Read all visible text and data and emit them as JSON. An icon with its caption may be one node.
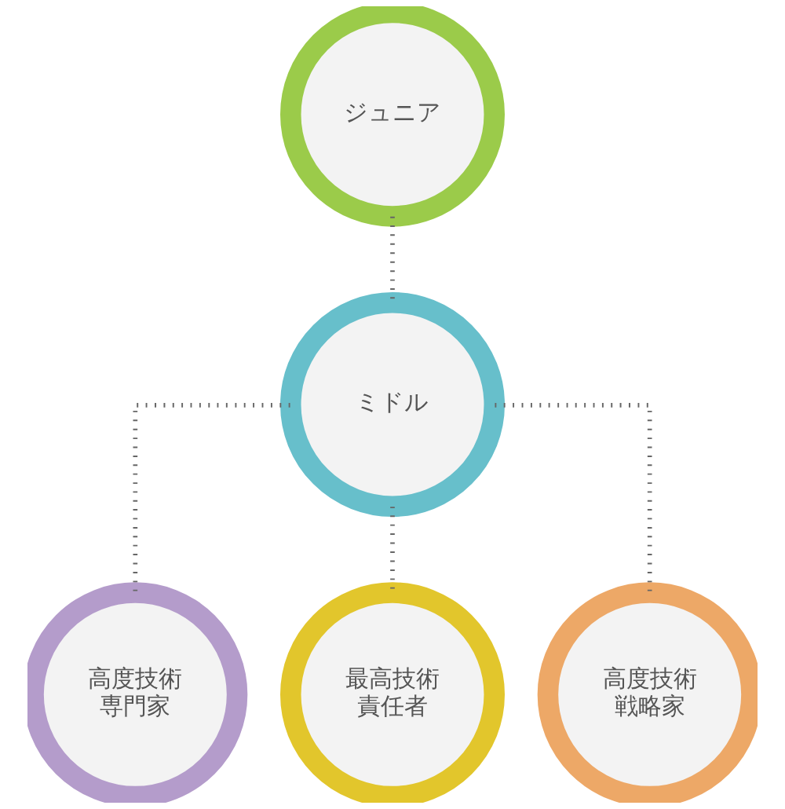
{
  "diagram": {
    "nodes": [
      {
        "text": [
          "ジュニア"
        ]
      },
      {
        "text": [
          "ミドル"
        ]
      },
      {
        "text": [
          "高度技術専門家"
        ]
      },
      {
        "text": [
          "最高技術責任者"
        ]
      },
      {
        "text": [
          "高度技術戦略家"
        ]
      }
    ],
    "edges": [
      {
        "from": 0,
        "to": 1,
        "arrow": "none"
      },
      {
        "from": 1,
        "to": 2,
        "arrow": "none"
      },
      {
        "from": 1,
        "to": 3,
        "arrow": "none"
      },
      {
        "from": 1,
        "to": 4,
        "arrow": "none"
      }
    ]
  }
}
